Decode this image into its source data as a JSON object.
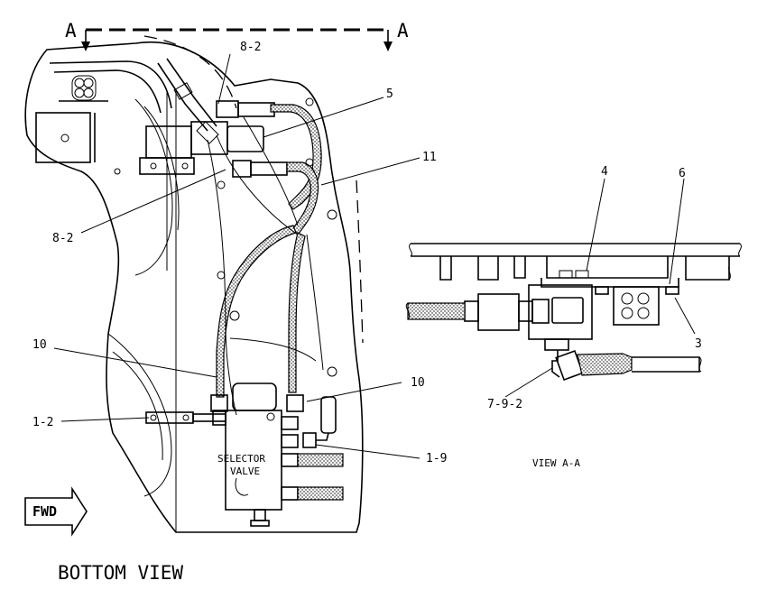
{
  "section": {
    "left": "A",
    "right": "A"
  },
  "callouts": {
    "c_8_2_top": "8-2",
    "c_5": "5",
    "c_11": "11",
    "c_8_2_left": "8-2",
    "c_10_left": "10",
    "c_10_right": "10",
    "c_1_2": "1-2",
    "c_1_9": "1-9",
    "c_4": "4",
    "c_6": "6",
    "c_3": "3",
    "c_7_9_2": "7-9-2"
  },
  "selector_valve": {
    "line1": "SELECTOR",
    "line2": "VALVE"
  },
  "fwd_label": "FWD",
  "titles": {
    "bottom_view": "BOTTOM VIEW",
    "view_a_a": "VIEW A-A"
  }
}
